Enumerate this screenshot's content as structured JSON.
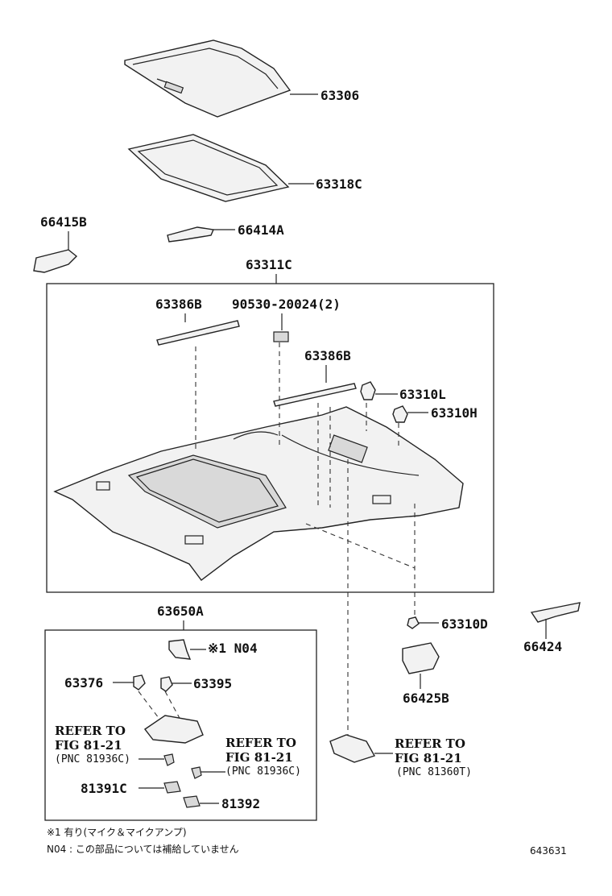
{
  "parts": {
    "p63306": "63306",
    "p63318C": "63318C",
    "p66415B": "66415B",
    "p66414A": "66414A",
    "p63311C": "63311C",
    "p63386B_a": "63386B",
    "p90530": "90530-20024(2)",
    "p63386B_b": "63386B",
    "p63310L": "63310L",
    "p63310H": "63310H",
    "p63310D": "63310D",
    "p66424": "66424",
    "p66425B": "66425B",
    "p63650A": "63650A",
    "pN04": "※1 N04",
    "p63376": "63376",
    "p63395": "63395",
    "p81391C": "81391C",
    "p81392": "81392"
  },
  "refs": {
    "left": {
      "l1": "REFER TO",
      "l2": "FIG 81-21",
      "l3": "(PNC 81936C)"
    },
    "middle": {
      "l1": "REFER TO",
      "l2": "FIG 81-21",
      "l3": "(PNC 81936C)"
    },
    "right": {
      "l1": "REFER TO",
      "l2": "FIG 81-21",
      "l3": "(PNC 81360T)"
    }
  },
  "notes": {
    "n1": "※1  有り(マイク＆マイクアンプ)",
    "n2": "N04 : この部品については補給していません"
  },
  "figure_number": "643631"
}
